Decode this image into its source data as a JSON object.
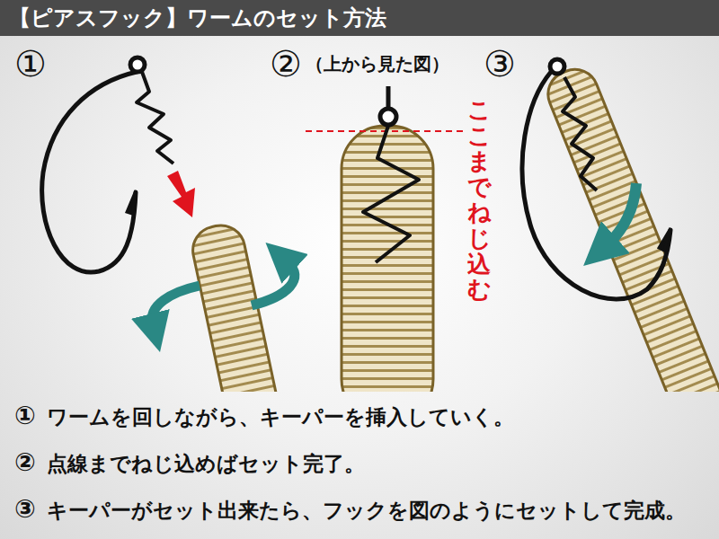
{
  "diagram": {
    "title": "【ピアスフック】ワームのセット方法",
    "labels": [
      "①",
      "②",
      "（上から見た図）",
      "③",
      "ここまでねじ込む",
      "①",
      "ワームを回しながら、キーパーを挿入していく。",
      "②",
      "点線までねじ込めばセット完了。",
      "③",
      "キーパーがセット出来たら、フックを図のようにセットして完成。"
    ]
  }
}
